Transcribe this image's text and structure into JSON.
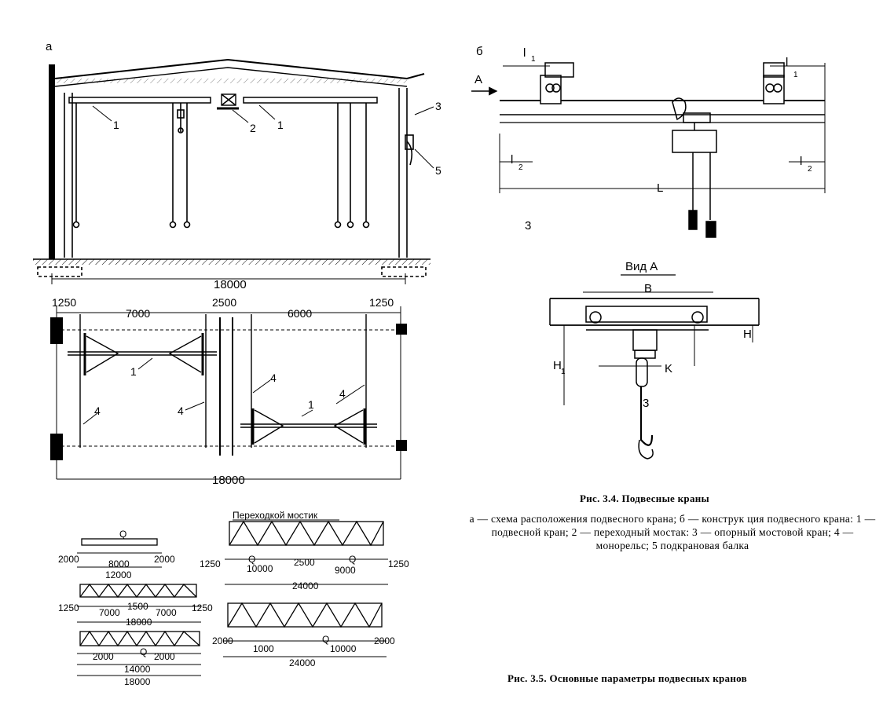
{
  "panel_a": {
    "label": "а",
    "callouts": [
      "1",
      "2",
      "1",
      "3",
      "5"
    ],
    "span_label": "18000",
    "plan_dims": [
      "1250",
      "7000",
      "2500",
      "6000",
      "1250"
    ],
    "plan_callouts": [
      "1",
      "1",
      "4",
      "4",
      "4",
      "4"
    ],
    "plan_span_label": "18000"
  },
  "panel_b": {
    "label": "б",
    "arrow_label": "A",
    "l1": "l",
    "l1_sub": "1",
    "l1r": "l",
    "l1r_sub": "1",
    "l2": "l",
    "l2_sub": "2",
    "l2r": "l",
    "l2r_sub": "2",
    "span": "L",
    "callout": "3"
  },
  "view_a": {
    "title": "Вид А",
    "B": "B",
    "H": "H",
    "H1": "H",
    "H1_sub": "1",
    "K": "K",
    "callout": "3"
  },
  "fig34": {
    "title": "Рис. 3.4. Подвесные краны",
    "caption": "а — схема расположения подвесного крана; б — конструк ция подвесного крана: 1 — подвесной кран; 2 — переходный мостак: 3 — опорный мостовой кран; 4 — монорельс; 5 подкрановая балка"
  },
  "fig35": {
    "title": "Рис. 3.5. Основные параметры подвесных кранов",
    "bridge_label": "Переходкой мостик",
    "s1": {
      "q": "Q",
      "left": "2000",
      "mid": "8000",
      "right": "2000",
      "total": "12000"
    },
    "s2": {
      "left": "1250",
      "a": "7000",
      "mid": "1500",
      "b": "7000",
      "right": "1250",
      "total": "18000"
    },
    "s3": {
      "a": "2000",
      "q": "Q",
      "b": "2000",
      "inner": "14000",
      "total": "18000"
    },
    "s4": {
      "left": "1250",
      "a": "10000",
      "mid": "2500",
      "b": "9000",
      "right": "1250",
      "total": "24000",
      "q1": "Q",
      "q2": "Q"
    },
    "s5": {
      "left": "2000",
      "a": "1000",
      "q": "Q",
      "b": "10000",
      "right": "2000",
      "total": "24000"
    }
  }
}
